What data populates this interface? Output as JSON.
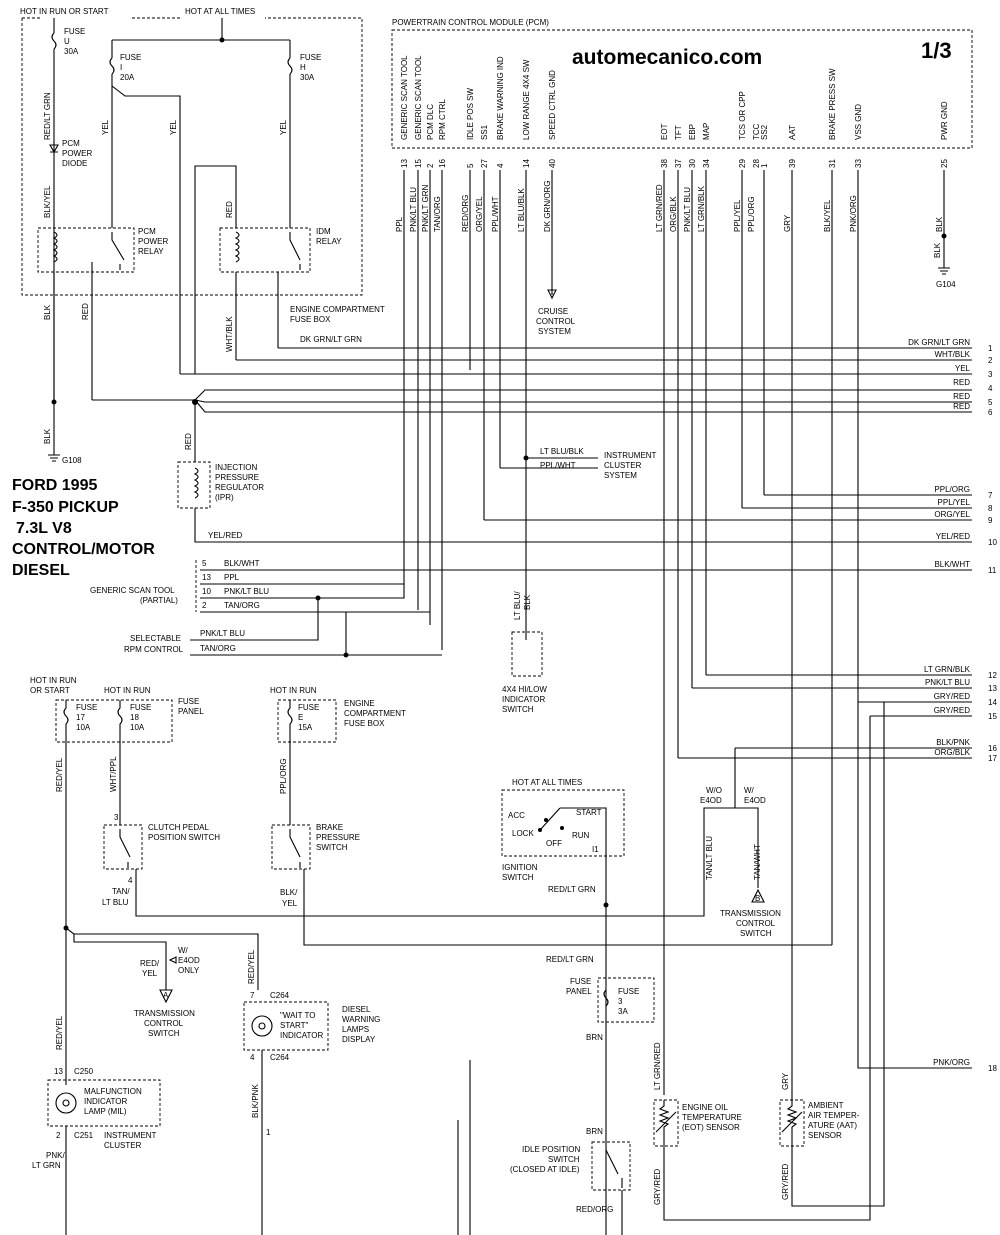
{
  "header": {
    "brand": "automecanico.com",
    "page": "1/3"
  },
  "vehicle": {
    "line1": "FORD 1995",
    "line2": "F-350 PICKUP",
    "line3": "7.3L  V8",
    "line4": "CONTROL/MOTOR",
    "line5": "DIESEL"
  },
  "pcm": {
    "title": "POWERTRAIN CONTROL MODULE (PCM)",
    "pins": [
      {
        "name": "GENERIC SCAN TOOL",
        "num": "13",
        "wire": "PPL"
      },
      {
        "name": "GENERIC SCAN TOOL",
        "num": "15",
        "wire": "PNK/LT BLU"
      },
      {
        "name": "PCM DLC",
        "num": "2",
        "wire": "PNK/LT GRN"
      },
      {
        "name": "RPM CTRL",
        "num": "16",
        "wire": "TAN/ORG"
      },
      {
        "name": "IDLE POS SW",
        "num": "5",
        "wire": "RED/ORG"
      },
      {
        "name": "SS1",
        "num": "27",
        "wire": "ORG/YEL"
      },
      {
        "name": "BRAKE WARNING IND",
        "num": "4",
        "wire": "PPL/WHT"
      },
      {
        "name": "LOW RANGE 4X4 SW",
        "num": "14",
        "wire": "LT BLU/BLK"
      },
      {
        "name": "SPEED CTRL GND",
        "num": "40",
        "wire": "DK GRN/ORG"
      },
      {
        "name": "EOT",
        "num": "38",
        "wire": "LT GRN/RED"
      },
      {
        "name": "TFT",
        "num": "37",
        "wire": "ORG/BLK"
      },
      {
        "name": "EBP",
        "num": "30",
        "wire": "PNK/LT BLU"
      },
      {
        "name": "MAP",
        "num": "34",
        "wire": "LT GRN/BLK"
      },
      {
        "name": "TCS OR CPP",
        "num": "29",
        "wire": "PPL/YEL"
      },
      {
        "name": "TCC",
        "num": "28",
        "wire": "PPL/ORG"
      },
      {
        "name": "SS2",
        "num": "1",
        "wire": ""
      },
      {
        "name": "AAT",
        "num": "39",
        "wire": "GRY"
      },
      {
        "name": "BRAKE PRESS SW",
        "num": "31",
        "wire": "BLK/YEL"
      },
      {
        "name": "VSS GND",
        "num": "33",
        "wire": "PNK/ORG"
      },
      {
        "name": "PWR GND",
        "num": "25",
        "wire": "BLK"
      }
    ]
  },
  "top_left": {
    "hot_run_start": "HOT IN RUN OR START",
    "hot_all_times": "HOT AT ALL TIMES",
    "fuse_u": [
      "FUSE",
      "U",
      "30A"
    ],
    "fuse_i": [
      "FUSE",
      "I",
      "20A"
    ],
    "fuse_h": [
      "FUSE",
      "H",
      "30A"
    ],
    "red_lt_grn": "RED/LT GRN",
    "diode": [
      "PCM",
      "POWER",
      "DIODE"
    ],
    "blk_yel": "BLK/YEL",
    "yel": "YEL",
    "red": "RED",
    "pcm_relay": [
      "PCM",
      "POWER",
      "RELAY"
    ],
    "idm_relay": [
      "IDM",
      "RELAY"
    ],
    "ecfb": [
      "ENGINE COMPARTMENT",
      "FUSE BOX"
    ],
    "blk": "BLK",
    "wht_blk": "WHT/BLK",
    "dk_grn_lt_grn": "DK GRN/LT GRN",
    "g108": "G108",
    "ipr": [
      "INJECTION",
      "PRESSURE",
      "REGULATOR",
      "(IPR)"
    ],
    "yel_red": "YEL/RED",
    "g104": "G104",
    "cruise": [
      "CRUISE",
      "CONTROL",
      "SYSTEM"
    ],
    "ic": [
      "INSTRUMENT",
      "CLUSTER",
      "SYSTEM"
    ],
    "lt_blu_blk": "LT BLU/BLK",
    "ppl_wht": "PPL/WHT"
  },
  "right_wires": [
    {
      "label": "DK GRN/LT GRN",
      "num": "1"
    },
    {
      "label": "WHT/BLK",
      "num": "2"
    },
    {
      "label": "YEL",
      "num": "3"
    },
    {
      "label": "RED",
      "num": "4"
    },
    {
      "label": "RED",
      "num": "5"
    },
    {
      "label": "RED",
      "num": "6"
    },
    {
      "label": "PPL/ORG",
      "num": "7"
    },
    {
      "label": "PPL/YEL",
      "num": "8"
    },
    {
      "label": "ORG/YEL",
      "num": "9"
    },
    {
      "label": "YEL/RED",
      "num": "10"
    },
    {
      "label": "BLK/WHT",
      "num": "11"
    },
    {
      "label": "LT GRN/BLK",
      "num": "12"
    },
    {
      "label": "PNK/LT BLU",
      "num": "13"
    },
    {
      "label": "GRY/RED",
      "num": "14"
    },
    {
      "label": "GRY/RED",
      "num": "15"
    },
    {
      "label": "BLK/PNK",
      "num": "16"
    },
    {
      "label": "ORG/BLK",
      "num": "17"
    },
    {
      "label": "PNK/ORG",
      "num": "18"
    }
  ],
  "scan_tool": {
    "label": [
      "GENERIC SCAN TOOL",
      "(PARTIAL)"
    ],
    "rows": [
      {
        "pin": "5",
        "wire": "BLK/WHT"
      },
      {
        "pin": "13",
        "wire": "PPL"
      },
      {
        "pin": "10",
        "wire": "PNK/LT BLU"
      },
      {
        "pin": "2",
        "wire": "TAN/ORG"
      }
    ],
    "rpm_label": [
      "SELECTABLE",
      "RPM CONTROL"
    ],
    "rpm_wires": [
      "PNK/LT BLU",
      "TAN/ORG"
    ]
  },
  "lower": {
    "hot_run_start": [
      "HOT IN RUN",
      "OR START"
    ],
    "hot_in_run": "HOT IN RUN",
    "fuse17": [
      "FUSE",
      "17",
      "10A"
    ],
    "fuse18": [
      "FUSE",
      "18",
      "10A"
    ],
    "fuse_panel": [
      "FUSE",
      "PANEL"
    ],
    "hot_in_run2": "HOT IN RUN",
    "fuse_e": [
      "FUSE",
      "E",
      "15A"
    ],
    "ecfb2": [
      "ENGINE",
      "COMPARTMENT",
      "FUSE BOX"
    ],
    "lt_blu_blk2": [
      "LT BLU/",
      "BLK"
    ],
    "hilow": [
      "4X4 HI/LOW",
      "INDICATOR",
      "SWITCH"
    ],
    "red_yel": "RED/YEL",
    "wht_ppl": "WHT/PPL",
    "ppl_org": "PPL/ORG",
    "clutch": [
      "CLUTCH PEDAL",
      "POSITION SWITCH"
    ],
    "bps": [
      "BRAKE",
      "PRESSURE",
      "SWITCH"
    ],
    "tan_lt_blu": [
      "TAN/",
      "LT BLU"
    ],
    "blk_yel2": [
      "BLK/",
      "YEL"
    ],
    "pin3": "3",
    "pin4": "4",
    "hot_all": "HOT AT ALL TIMES",
    "ign": {
      "acc": "ACC",
      "lock": "LOCK",
      "off": "OFF",
      "start": "START",
      "run": "RUN",
      "i1": "I1"
    },
    "ign_label": [
      "IGNITION",
      "SWITCH"
    ],
    "red_lt_grn2": "RED/LT GRN",
    "wo": [
      "W/O",
      "E4OD"
    ],
    "w": [
      "W/",
      "E4OD"
    ],
    "tan_lt_blu_v": "TAN/LT BLU",
    "tan_wht": "TAN/WHT",
    "tcs_b": "B",
    "tcs": [
      "TRANSMISSION",
      "CONTROL",
      "SWITCH"
    ],
    "red_yel2": [
      "RED/",
      "YEL"
    ],
    "w_e4od_only": [
      "W/",
      "E4OD",
      "ONLY"
    ],
    "tcs_a": "A",
    "tcs2": [
      "TRANSMISSION",
      "CONTROL",
      "SWITCH"
    ],
    "red_yel3": "RED/YEL",
    "c264": "C264",
    "pin7": "7",
    "wait": [
      "\"WAIT TO",
      "START\"",
      "INDICATOR"
    ],
    "dwl": [
      "DIESEL",
      "WARNING",
      "LAMPS",
      "DISPLAY"
    ],
    "c264b": "C264",
    "pin4b": "4",
    "blk_pnk": "BLK/PNK",
    "red_yel4": "RED/YEL",
    "c250": "C250",
    "pin13": "13",
    "mil": [
      "MALFUNCTION",
      "INDICATOR",
      "LAMP (MIL)"
    ],
    "c251": "C251",
    "pin2": "2",
    "ic2": [
      "INSTRUMENT",
      "CLUSTER"
    ],
    "pnk_lt_grn": [
      "PNK/",
      "LT GRN"
    ],
    "red_lt_grn3": "RED/LT GRN",
    "fuse3": [
      "FUSE",
      "3",
      "3A"
    ],
    "fp": [
      "FUSE",
      "PANEL"
    ],
    "brn": "BRN",
    "brn2": "BRN",
    "ips": [
      "IDLE POSITION",
      "SWITCH",
      "(CLOSED AT IDLE)"
    ],
    "red_org": "RED/ORG",
    "lt_grn_red": "LT GRN/RED",
    "eot": [
      "ENGINE OIL",
      "TEMPERATURE",
      "(EOT) SENSOR"
    ],
    "gry_red": "GRY/RED",
    "gry": "GRY",
    "aat": [
      "AMBIENT",
      "AIR TEMPER-",
      "ATURE (AAT)",
      "SENSOR"
    ],
    "gry_red2": "GRY/RED",
    "one": "1"
  }
}
